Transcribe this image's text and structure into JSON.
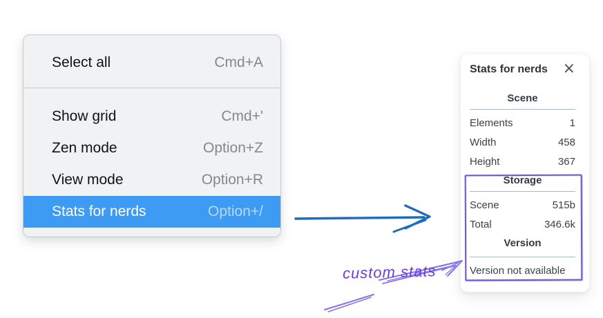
{
  "menu": {
    "sections": [
      {
        "items": [
          {
            "label": "Select all",
            "shortcut": "Cmd+A"
          }
        ]
      },
      {
        "items": [
          {
            "label": "Show grid",
            "shortcut": "Cmd+'"
          },
          {
            "label": "Zen mode",
            "shortcut": "Option+Z"
          },
          {
            "label": "View mode",
            "shortcut": "Option+R"
          },
          {
            "label": "Stats for nerds",
            "shortcut": "Option+/"
          }
        ]
      }
    ],
    "highlighted_item": "Stats for nerds",
    "highlight_color": "#3e9bf3"
  },
  "panel": {
    "title": "Stats for nerds",
    "close_label": "×",
    "scene": {
      "header": "Scene",
      "rows": [
        {
          "label": "Elements",
          "value": "1"
        },
        {
          "label": "Width",
          "value": "458"
        },
        {
          "label": "Height",
          "value": "367"
        }
      ]
    },
    "storage": {
      "header": "Storage",
      "rows": [
        {
          "label": "Scene",
          "value": "515b"
        },
        {
          "label": "Total",
          "value": "346.6k"
        }
      ]
    },
    "version": {
      "header": "Version",
      "note": "Version not available"
    }
  },
  "annotation": {
    "label": "custom stats",
    "text_color": "#6c3bd9",
    "stroke_color": "#8773e8",
    "box_color": "#6b50e2"
  },
  "arrow": {
    "color": "#1e6cbd"
  }
}
